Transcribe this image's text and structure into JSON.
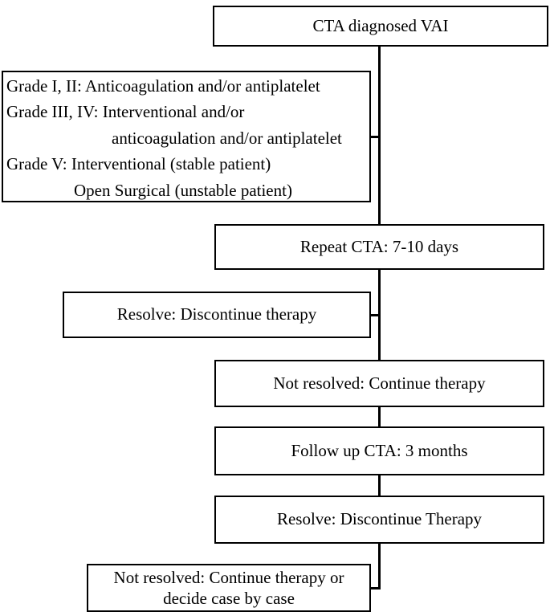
{
  "figure": {
    "type": "flowchart",
    "background_color": "#ffffff",
    "line_color": "#000000",
    "text_color": "#000000"
  },
  "boxes": {
    "cta_diagnosed": {
      "label": "CTA diagnosed VAI"
    },
    "grade_management": {
      "lines": [
        "Grade I, II: Anticoagulation and/or antiplatelet",
        "Grade III, IV: Interventional and/or",
        "anticoagulation and/or antiplatelet",
        "Grade V: Interventional (stable patient)",
        "Open Surgical (unstable patient)"
      ]
    },
    "repeat_cta": {
      "label": "Repeat CTA: 7-10 days"
    },
    "resolve_discontinue": {
      "label": "Resolve: Discontinue therapy"
    },
    "not_resolved_continue": {
      "label": "Not resolved: Continue therapy"
    },
    "follow_up_cta": {
      "label": "Follow up CTA: 3 months"
    },
    "resolve_discontinue_2": {
      "label": "Resolve: Discontinue Therapy"
    },
    "not_resolved_case_by_case": {
      "lines": [
        "Not resolved: Continue therapy or",
        "decide case by case"
      ]
    }
  }
}
